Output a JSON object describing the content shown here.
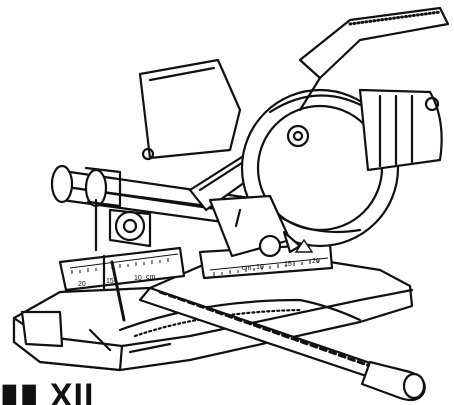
{
  "colors": {
    "ink": "#111111",
    "paper": "#ffffff",
    "shade": "#3a3a3a"
  },
  "caption": {
    "text": "▮▮ XII"
  },
  "scales": {
    "bevel_left": [
      "20",
      "15",
      "10",
      "cm"
    ],
    "bevel_right": [
      "cm",
      "10",
      "15",
      "20"
    ]
  }
}
